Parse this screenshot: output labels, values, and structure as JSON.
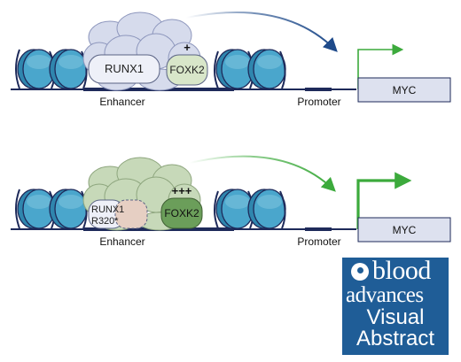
{
  "top_panel": {
    "factor_a": "RUNX1",
    "factor_b": "FOXK2",
    "sign": "+",
    "enhancer": "Enhancer",
    "promoter": "Promoter",
    "gene": "MYC"
  },
  "bottom_panel": {
    "factor_a_line1": "RUNX1",
    "factor_a_line2": "R320*",
    "factor_b": "FOXK2",
    "sign": "+++",
    "enhancer": "Enhancer",
    "promoter": "Promoter",
    "gene": "MYC"
  },
  "logo": {
    "line1": "blood",
    "line2": "advances",
    "line3": "Visual",
    "line4": "Abstract"
  },
  "colors": {
    "nucleosome": "#4a9ec2",
    "complex_top": "#d6dbec",
    "complex_bottom": "#c7d9b9",
    "foxk2_top": "#d8e6c9",
    "foxk2_bottom": "#6b9e5a",
    "dna": "#1e2a5a",
    "arrow_top": "#1e4a8a",
    "arrow_bottom": "#3caa3c",
    "logo_bg": "#1f5d97"
  }
}
